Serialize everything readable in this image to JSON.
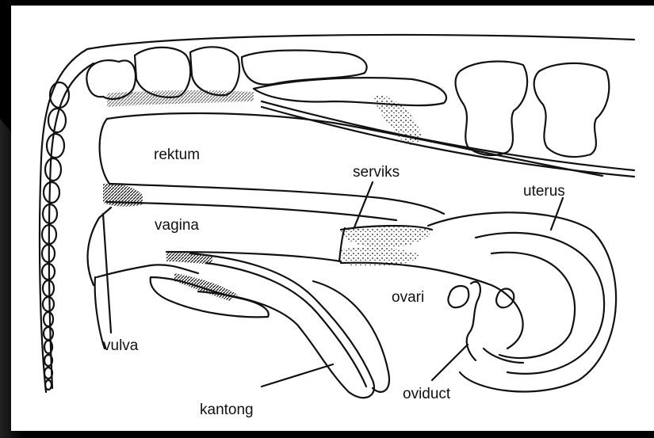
{
  "diagram": {
    "labels": {
      "rektum": "rektum",
      "serviks": "serviks",
      "uterus": "uterus",
      "vagina": "vagina",
      "ovari": "ovari",
      "vulva": "vulva",
      "kantong": "kantong",
      "oviduct": "oviduct"
    }
  },
  "colors": {
    "background": "#000000",
    "paper": "#ffffff",
    "ink": "#111111"
  }
}
